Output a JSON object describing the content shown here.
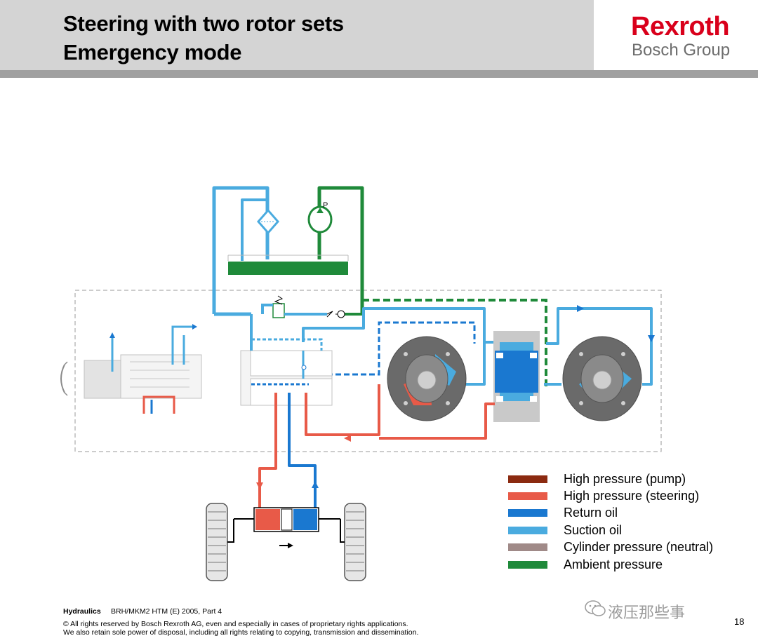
{
  "header": {
    "title_line1": "Steering with two rotor sets",
    "title_line2": "Emergency mode",
    "logo_brand": "Rexroth",
    "logo_group": "Bosch Group"
  },
  "colors": {
    "high_pressure_pump": "#8b2a10",
    "high_pressure_steering": "#e85a48",
    "return_oil": "#1a78d0",
    "suction_oil": "#4aabdf",
    "cylinder_pressure_neutral": "#a08a88",
    "ambient_pressure": "#1f8a3a",
    "header_bg": "#d4d4d4",
    "brand_red": "#d9001b"
  },
  "diagram": {
    "pump_label": "P"
  },
  "legend": [
    {
      "label": "High pressure (pump)",
      "color": "#8b2a10"
    },
    {
      "label": "High pressure (steering)",
      "color": "#e85a48"
    },
    {
      "label": "Return oil",
      "color": "#1a78d0"
    },
    {
      "label": "Suction oil",
      "color": "#4aabdf"
    },
    {
      "label": "Cylinder pressure (neutral)",
      "color": "#a08a88"
    },
    {
      "label": "Ambient pressure",
      "color": "#1f8a3a"
    }
  ],
  "footer": {
    "department": "Hydraulics",
    "reference": "BRH/MKM2  HTM (E) 2005, Part 4",
    "copyright_line1": "© All rights reserved by Bosch Rexroth AG, even and especially in cases of proprietary rights applications.",
    "copyright_line2": "We also retain sole power of disposal, including all rights relating to copying, transmission and dissemination.",
    "page_number": "18",
    "watermark": "液压那些事"
  }
}
